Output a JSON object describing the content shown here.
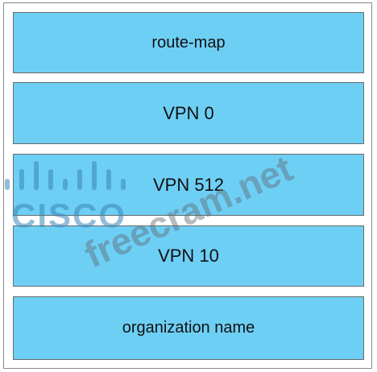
{
  "stack": {
    "layers": [
      "route-map",
      "VPN 0",
      "VPN 512",
      "VPN 10",
      "organization name"
    ]
  },
  "watermark": {
    "logo_text": "CISCO",
    "site_text": "freecram.net"
  },
  "colors": {
    "bar_fill": "#6ecff5",
    "bar_border": "#6a6a6a",
    "watermark": "#3a86b8"
  }
}
